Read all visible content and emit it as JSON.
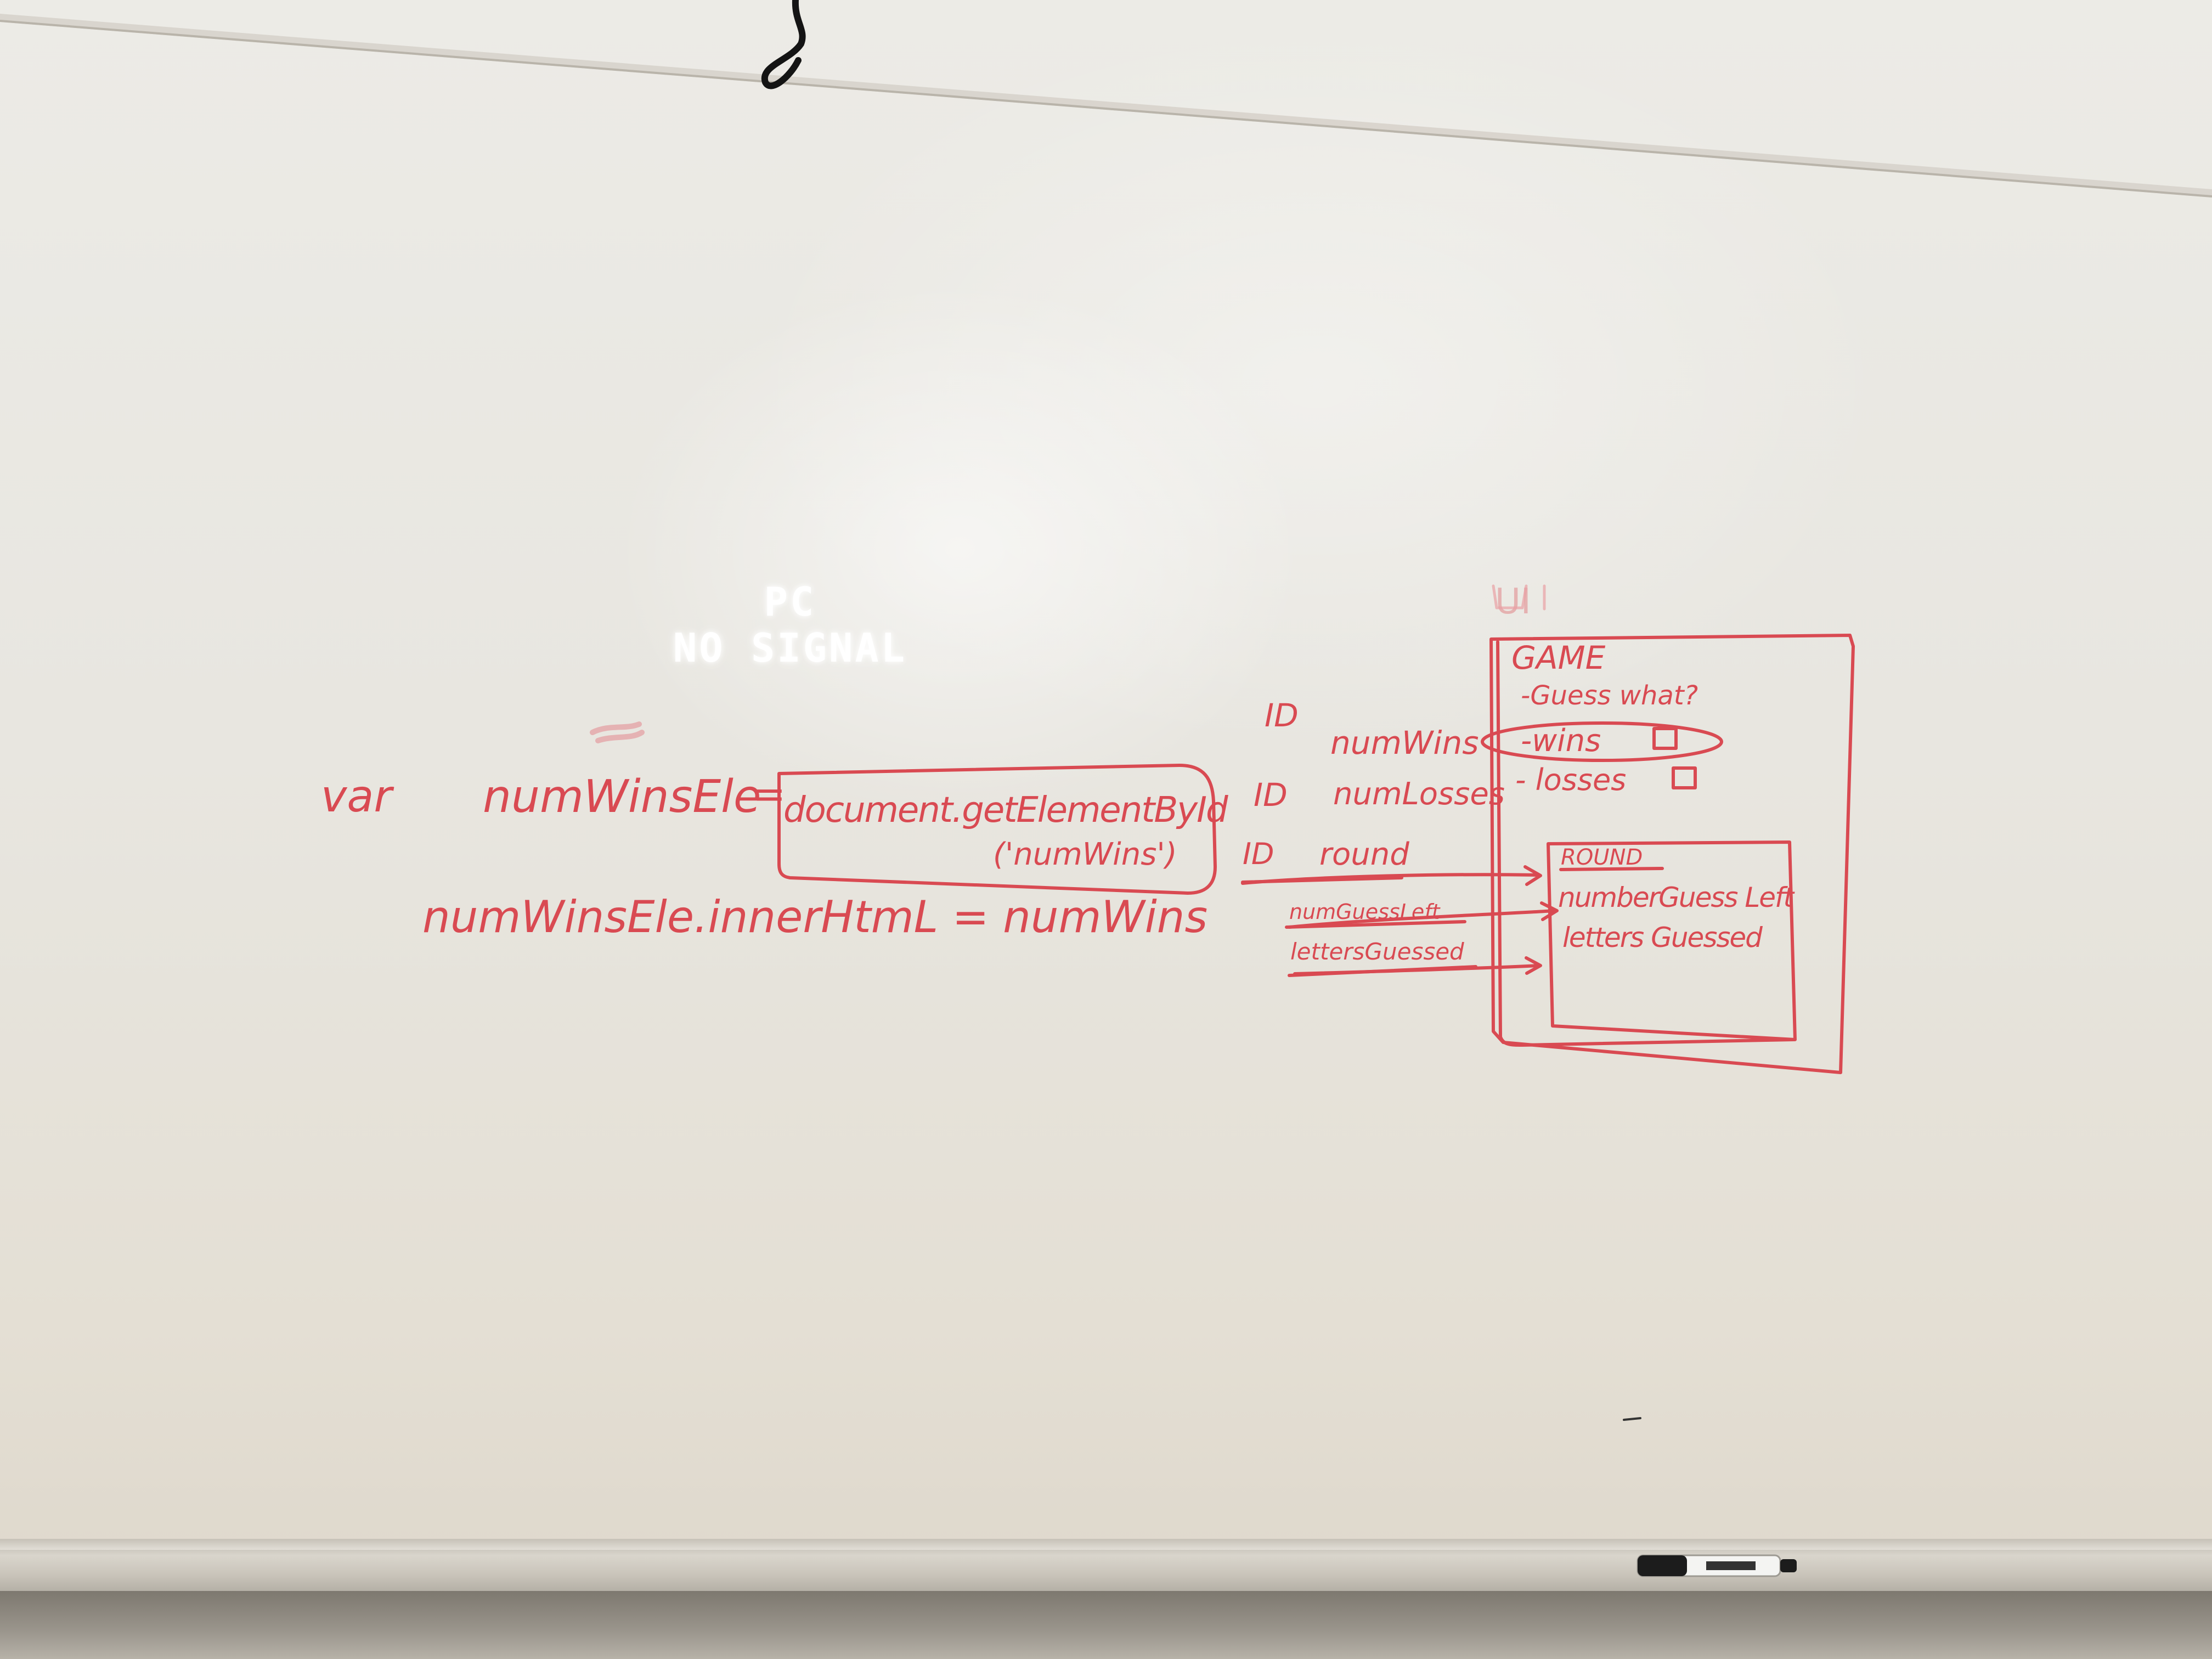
{
  "projector": {
    "line1": "PC",
    "line2": "NO SIGNAL"
  },
  "left_code": {
    "var_keyword": "var",
    "var_name": "numWinsEle",
    "equals": "=",
    "call_line1": "document.getElementById",
    "call_line2": "('numWins')",
    "assignment": "numWinsEle.innerHtmL = numWins"
  },
  "id_labels": {
    "id1": "ID",
    "name1": "numWins",
    "id2": "ID",
    "name2": "numLosses",
    "id3": "ID",
    "name3": "round",
    "var1": "numGuessLeft",
    "var2": "lettersGuessed"
  },
  "ui_sketch": {
    "heading": "UI",
    "game_title": "GAME",
    "items": [
      "-Guess what?",
      "-wins",
      "- losses"
    ],
    "round_title": "ROUND",
    "round_items": [
      "numberGuess Left",
      "letters Guessed"
    ]
  },
  "colors": {
    "marker_red": "#d94a52",
    "board": "#e9e5dd",
    "tray": "#a8a39a"
  }
}
